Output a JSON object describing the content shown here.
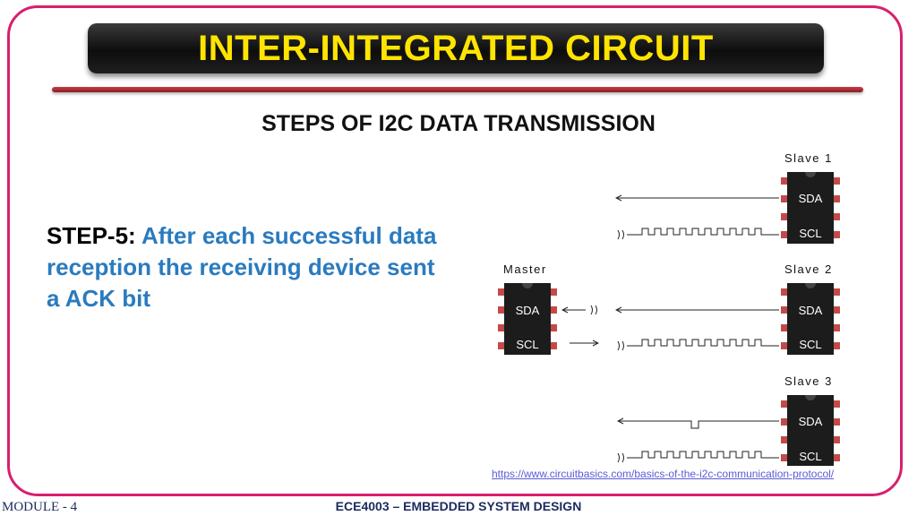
{
  "title": "INTER-INTEGRATED CIRCUIT",
  "subtitle": "STEPS OF I2C DATA TRANSMISSION",
  "step": {
    "label": "STEP-5:",
    "body": "After each successful data reception the receiving device sent a ACK bit"
  },
  "diagram": {
    "master": {
      "name": "Master",
      "pins": [
        "SDA",
        "SCL"
      ]
    },
    "slaves": [
      {
        "name": "Slave 1",
        "pins": [
          "SDA",
          "SCL"
        ]
      },
      {
        "name": "Slave 2",
        "pins": [
          "SDA",
          "SCL"
        ]
      },
      {
        "name": "Slave 3",
        "pins": [
          "SDA",
          "SCL"
        ]
      }
    ],
    "colors": {
      "chip": "#1a1a1a",
      "pin": "#c44a4a",
      "line": "#222222"
    }
  },
  "source_link": "https://www.circuitbasics.com/basics-of-the-i2c-communication-protocol/",
  "footer": {
    "module": "MODULE - 4",
    "course": "ECE4003 – EMBEDDED SYSTEM DESIGN"
  }
}
